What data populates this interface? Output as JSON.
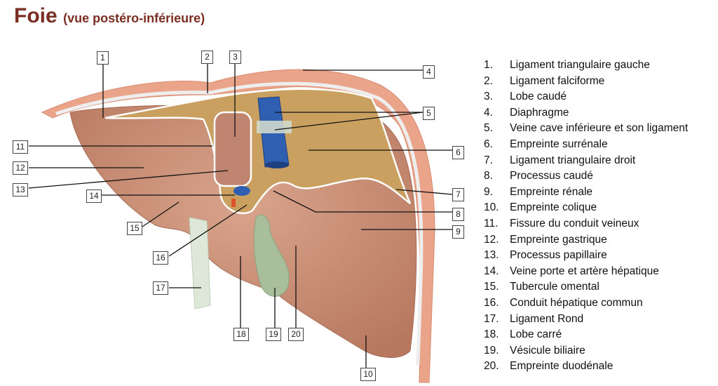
{
  "title": {
    "main": "Foie",
    "subtitle": "(vue postéro-inférieure)"
  },
  "colors": {
    "title": "#7a2e22",
    "liver": "#c98f78",
    "bare_area": "#c9a060",
    "vein": "#2f5fb0",
    "gallbladder": "#a9bf9c",
    "diaphragm": "#e9a48a"
  },
  "labels": [
    "1",
    "2",
    "3",
    "4",
    "5",
    "6",
    "7",
    "8",
    "9",
    "10",
    "11",
    "12",
    "13",
    "14",
    "15",
    "16",
    "17",
    "18",
    "19",
    "20"
  ],
  "legend": [
    {
      "num": "1.",
      "text": "Ligament triangulaire gauche"
    },
    {
      "num": "2.",
      "text": "Ligament falciforme"
    },
    {
      "num": "3.",
      "text": "Lobe caudé"
    },
    {
      "num": "4.",
      "text": "Diaphragme"
    },
    {
      "num": "5.",
      "text": "Veine cave inférieure et son ligament"
    },
    {
      "num": "6.",
      "text": "Empreinte surrénale"
    },
    {
      "num": "7.",
      "text": "Ligament triangulaire droit"
    },
    {
      "num": "8.",
      "text": "Processus caudé"
    },
    {
      "num": "9.",
      "text": "Empreinte rénale"
    },
    {
      "num": "10.",
      "text": "Empreinte colique"
    },
    {
      "num": "11.",
      "text": "Fissure du conduit veineux"
    },
    {
      "num": "12.",
      "text": "Empreinte gastrique"
    },
    {
      "num": "13.",
      "text": "Processus papillaire"
    },
    {
      "num": "14.",
      "text": "Veine porte et artère hépatique"
    },
    {
      "num": "15.",
      "text": "Tubercule omental"
    },
    {
      "num": "16.",
      "text": "Conduit hépatique commun"
    },
    {
      "num": "17.",
      "text": "Ligament Rond"
    },
    {
      "num": "18.",
      "text": "Lobe carré"
    },
    {
      "num": "19.",
      "text": "Vésicule biliaire"
    },
    {
      "num": "20.",
      "text": "Empreinte duodénale"
    }
  ]
}
